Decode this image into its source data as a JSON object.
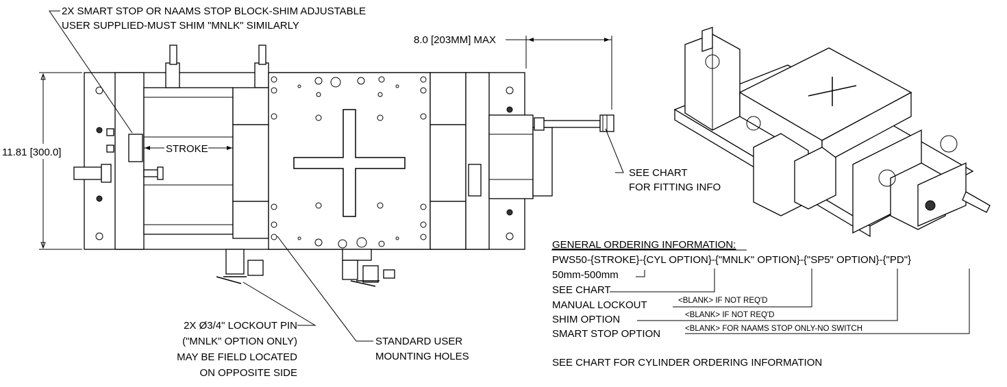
{
  "callouts": {
    "stop_block_line1": "2X SMART STOP OR NAAMS STOP BLOCK-SHIM ADJUSTABLE",
    "stop_block_line2": "USER SUPPLIED-MUST SHIM \"MNLK\" SIMILARLY",
    "max_dim": "8.0 [203MM] MAX",
    "height_dim": "11.81 [300.0]",
    "stroke": "STROKE",
    "see_chart_line1": "SEE CHART",
    "see_chart_line2": "FOR FITTING INFO",
    "lockout_line1": "2X Ø3/4\" LOCKOUT PIN",
    "lockout_line2": "(\"MNLK\" OPTION ONLY)",
    "lockout_line3": "MAY BE FIELD LOCATED",
    "lockout_line4": "ON OPPOSITE SIDE",
    "mounting_line1": "STANDARD USER",
    "mounting_line2": "MOUNTING HOLES"
  },
  "ordering": {
    "heading": "GENERAL ORDERING INFORMATION:",
    "code": "PWS50-{STROKE}-{CYL OPTION}-{\"MNLK\" OPTION}-{\"SP5\" OPTION}-{\"PD\"}",
    "stroke_range": "50mm-500mm",
    "see_chart": "SEE CHART",
    "manual_lockout": "MANUAL LOCKOUT",
    "manual_lockout_note": "<BLANK> IF NOT REQ'D",
    "shim_option": "SHIM OPTION",
    "shim_option_note": "<BLANK> IF NOT REQ'D",
    "smart_stop": "SMART STOP OPTION",
    "smart_stop_note": "<BLANK> FOR NAAMS STOP ONLY-NO SWITCH",
    "footer": "SEE CHART FOR CYLINDER ORDERING INFORMATION"
  }
}
